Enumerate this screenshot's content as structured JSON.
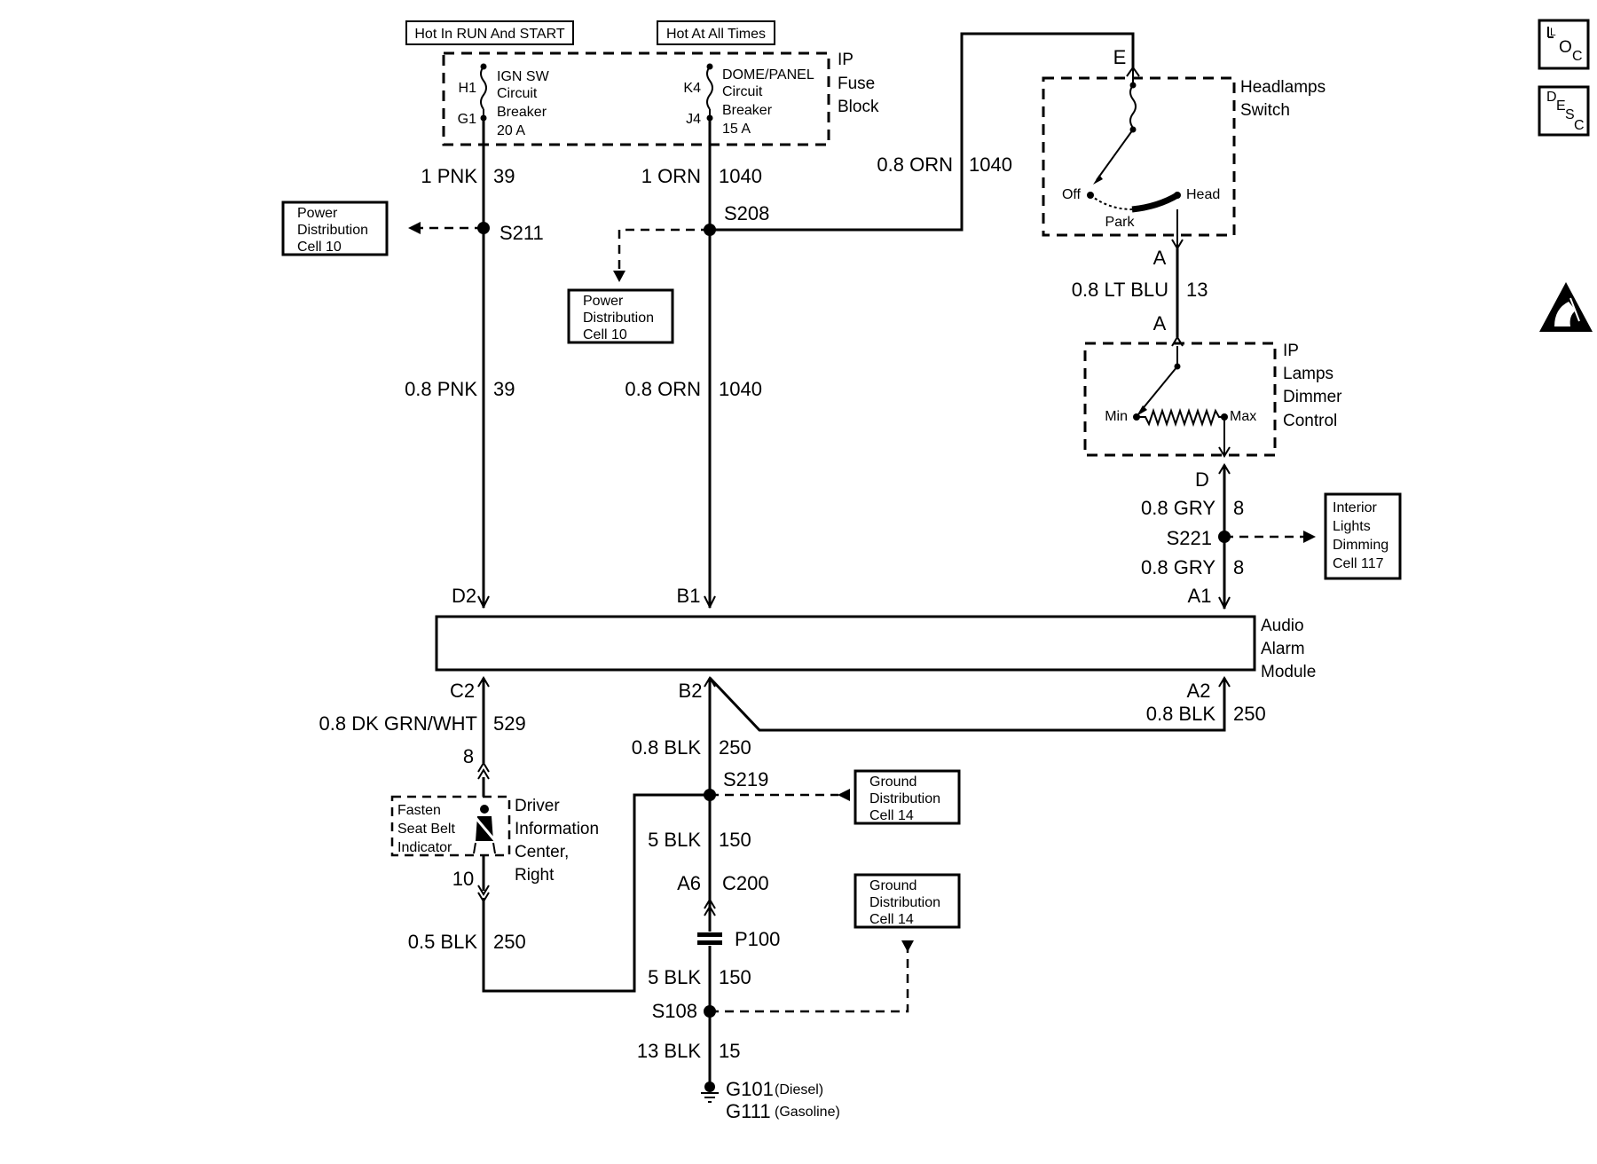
{
  "headers": {
    "hot_run_start": "Hot In RUN And START",
    "hot_all_times": "Hot At All Times"
  },
  "fuse_block": {
    "title": [
      "IP",
      "Fuse",
      "Block"
    ],
    "breaker1": {
      "pin_top": "H1",
      "pin_bottom": "G1",
      "label": [
        "IGN SW",
        "Circuit",
        "Breaker",
        "20 A"
      ]
    },
    "breaker2": {
      "pin_top": "K4",
      "pin_bottom": "J4",
      "label": [
        "DOME/PANEL",
        "Circuit",
        "Breaker",
        "15 A"
      ]
    }
  },
  "wires": {
    "w1_top": {
      "color": "1 PNK",
      "circuit": "39"
    },
    "w2_top": {
      "color": "1 ORN",
      "circuit": "1040"
    },
    "w1_mid": {
      "color": "0.8 PNK",
      "circuit": "39"
    },
    "w2_mid": {
      "color": "0.8 ORN",
      "circuit": "1040"
    },
    "w_hl_in": {
      "color": "0.8 ORN",
      "circuit": "1040"
    },
    "w_blu": {
      "color": "0.8 LT BLU",
      "circuit": "13"
    },
    "w_gry1": {
      "color": "0.8 GRY",
      "circuit": "8"
    },
    "w_gry2": {
      "color": "0.8 GRY",
      "circuit": "8"
    },
    "w_c2": {
      "color": "0.8 DK GRN/WHT",
      "circuit": "529"
    },
    "w_a2": {
      "color": "0.8 BLK",
      "circuit": "250"
    },
    "w_b2": {
      "color": "0.8 BLK",
      "circuit": "250"
    },
    "w_5blk1": {
      "color": "5 BLK",
      "circuit": "150"
    },
    "w_05blk": {
      "color": "0.5 BLK",
      "circuit": "250"
    },
    "w_5blk2": {
      "color": "5 BLK",
      "circuit": "150"
    },
    "w_13blk": {
      "color": "13 BLK",
      "circuit": "15"
    }
  },
  "splices": {
    "s211": "S211",
    "s208": "S208",
    "s221": "S221",
    "s219": "S219",
    "s108": "S108"
  },
  "refs": {
    "pd1": [
      "Power",
      "Distribution",
      "Cell 10"
    ],
    "pd2": [
      "Power",
      "Distribution",
      "Cell 10"
    ],
    "ild": [
      "Interior",
      "Lights",
      "Dimming",
      "Cell 117"
    ],
    "gd1": [
      "Ground",
      "Distribution",
      "Cell 14"
    ],
    "gd2": [
      "Ground",
      "Distribution",
      "Cell 14"
    ]
  },
  "headlamps": {
    "title": [
      "Headlamps",
      "Switch"
    ],
    "pin_e": "E",
    "pin_a": "A",
    "off": "Off",
    "park": "Park",
    "head": "Head"
  },
  "dimmer": {
    "title": [
      "IP",
      "Lamps",
      "Dimmer",
      "Control"
    ],
    "pin_a": "A",
    "pin_d": "D",
    "min": "Min",
    "max": "Max"
  },
  "module": {
    "title": [
      "Audio",
      "Alarm",
      "Module"
    ],
    "pins": {
      "d2": "D2",
      "b1": "B1",
      "a1": "A1",
      "c2": "C2",
      "b2": "B2",
      "a2": "A2"
    }
  },
  "dic": {
    "title": [
      "Driver",
      "Information",
      "Center,",
      "Right"
    ],
    "indicator": [
      "Fasten",
      "Seat Belt",
      "Indicator"
    ],
    "pin_top": "8",
    "pin_bottom": "10"
  },
  "connectors": {
    "a6": "A6",
    "c200": "C200",
    "p100": "P100"
  },
  "grounds": {
    "g101": "G101",
    "g101_note": "(Diesel)",
    "g111": "G111",
    "g111_note": "(Gasoline)"
  },
  "side_icons": {
    "loc": {
      "sup": "L",
      "sub": "O",
      "sub2": "C"
    },
    "desc": {
      "a": "D",
      "b": "E",
      "c": "S",
      "d": "C"
    },
    "esd": "esd-warning-icon"
  }
}
